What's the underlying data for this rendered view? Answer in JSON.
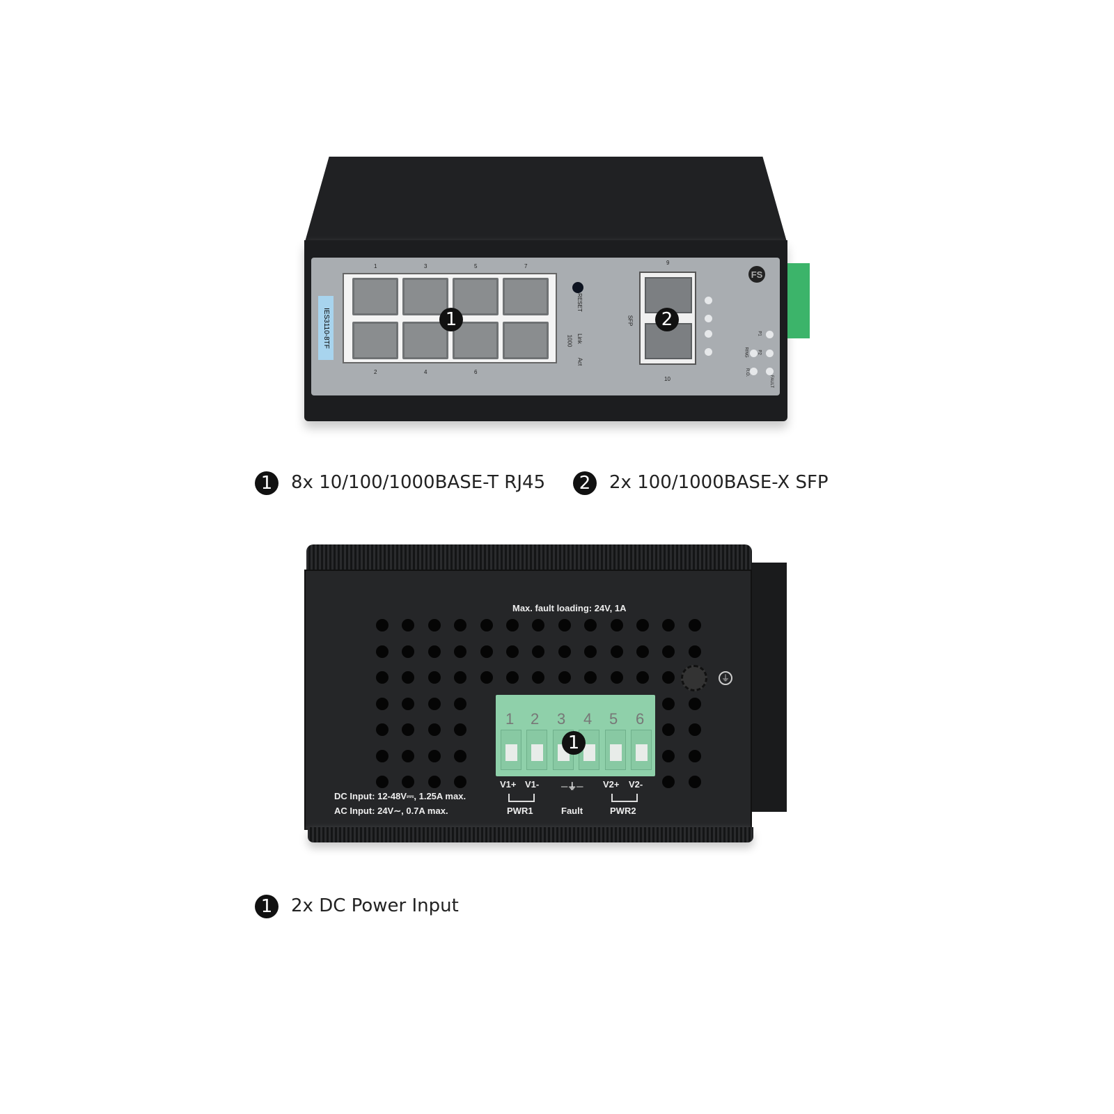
{
  "front_view": {
    "model_label": "IES3110-8TF",
    "brand_logo": "FS",
    "port_numbers_top": [
      "1",
      "3",
      "5",
      "7"
    ],
    "port_numbers_bottom": [
      "2",
      "4",
      "6"
    ],
    "reset_label": "RESET",
    "led_labels": [
      "Link",
      "Act",
      "1000"
    ],
    "sfp_label": "SFP",
    "sfp_port_numbers": [
      "9",
      "10"
    ],
    "status_led_labels": [
      "P1",
      "P2",
      "FAULT",
      "RING",
      "R.O."
    ],
    "callouts": [
      "1",
      "2"
    ]
  },
  "rear_view": {
    "fault_loading_text": "Max. fault loading: 24V, 1A",
    "terminal_numbers": [
      "1",
      "2",
      "3",
      "4",
      "5",
      "6"
    ],
    "terminal_labels": [
      "V1+",
      "V1-",
      "V2+",
      "V2-"
    ],
    "group_labels": [
      "PWR1",
      "Fault",
      "PWR2"
    ],
    "dc_input_text": "DC Input: 12-48V⎓, 1.25A max.",
    "ac_input_text": "AC Input: 24V∼, 0.7A max.",
    "callout": "1"
  },
  "legend": [
    {
      "number": "1",
      "text": "8x 10/100/1000BASE-T RJ45"
    },
    {
      "number": "2",
      "text": "2x 100/1000BASE-X SFP"
    },
    {
      "number": "1",
      "text": "2x DC Power Input"
    }
  ],
  "colors": {
    "chassis": "#1c1d1f",
    "faceplate": "#a9adb1",
    "terminal_green": "#8fd0aa",
    "label_blue": "#a8d4ee"
  }
}
